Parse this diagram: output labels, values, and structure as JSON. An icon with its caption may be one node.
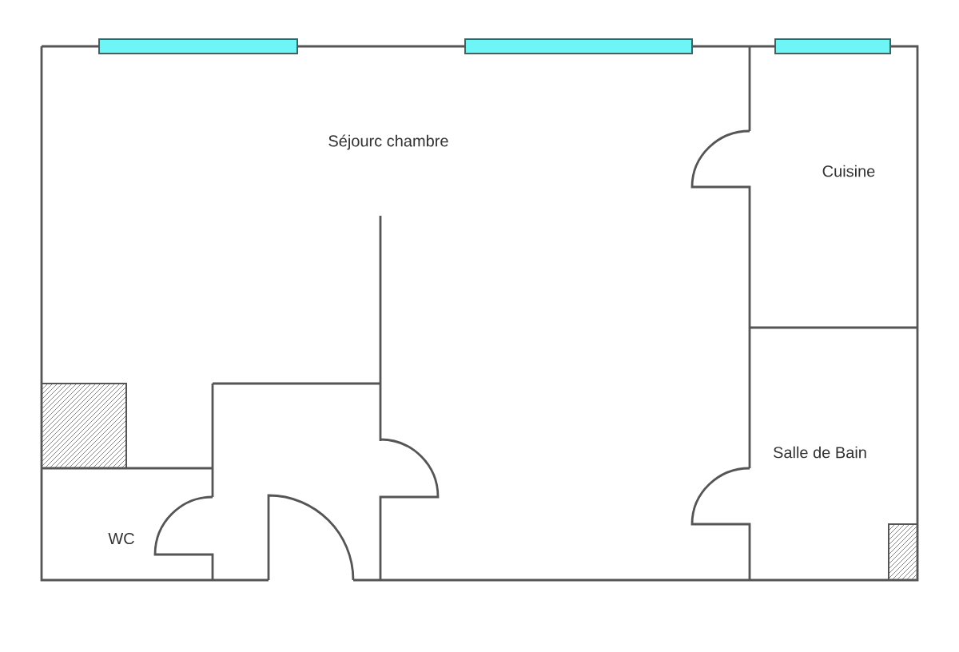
{
  "diagram": {
    "labels": [
      "Séjourc chambre",
      "Cuisine",
      "Salle de Bain",
      "WC"
    ]
  }
}
